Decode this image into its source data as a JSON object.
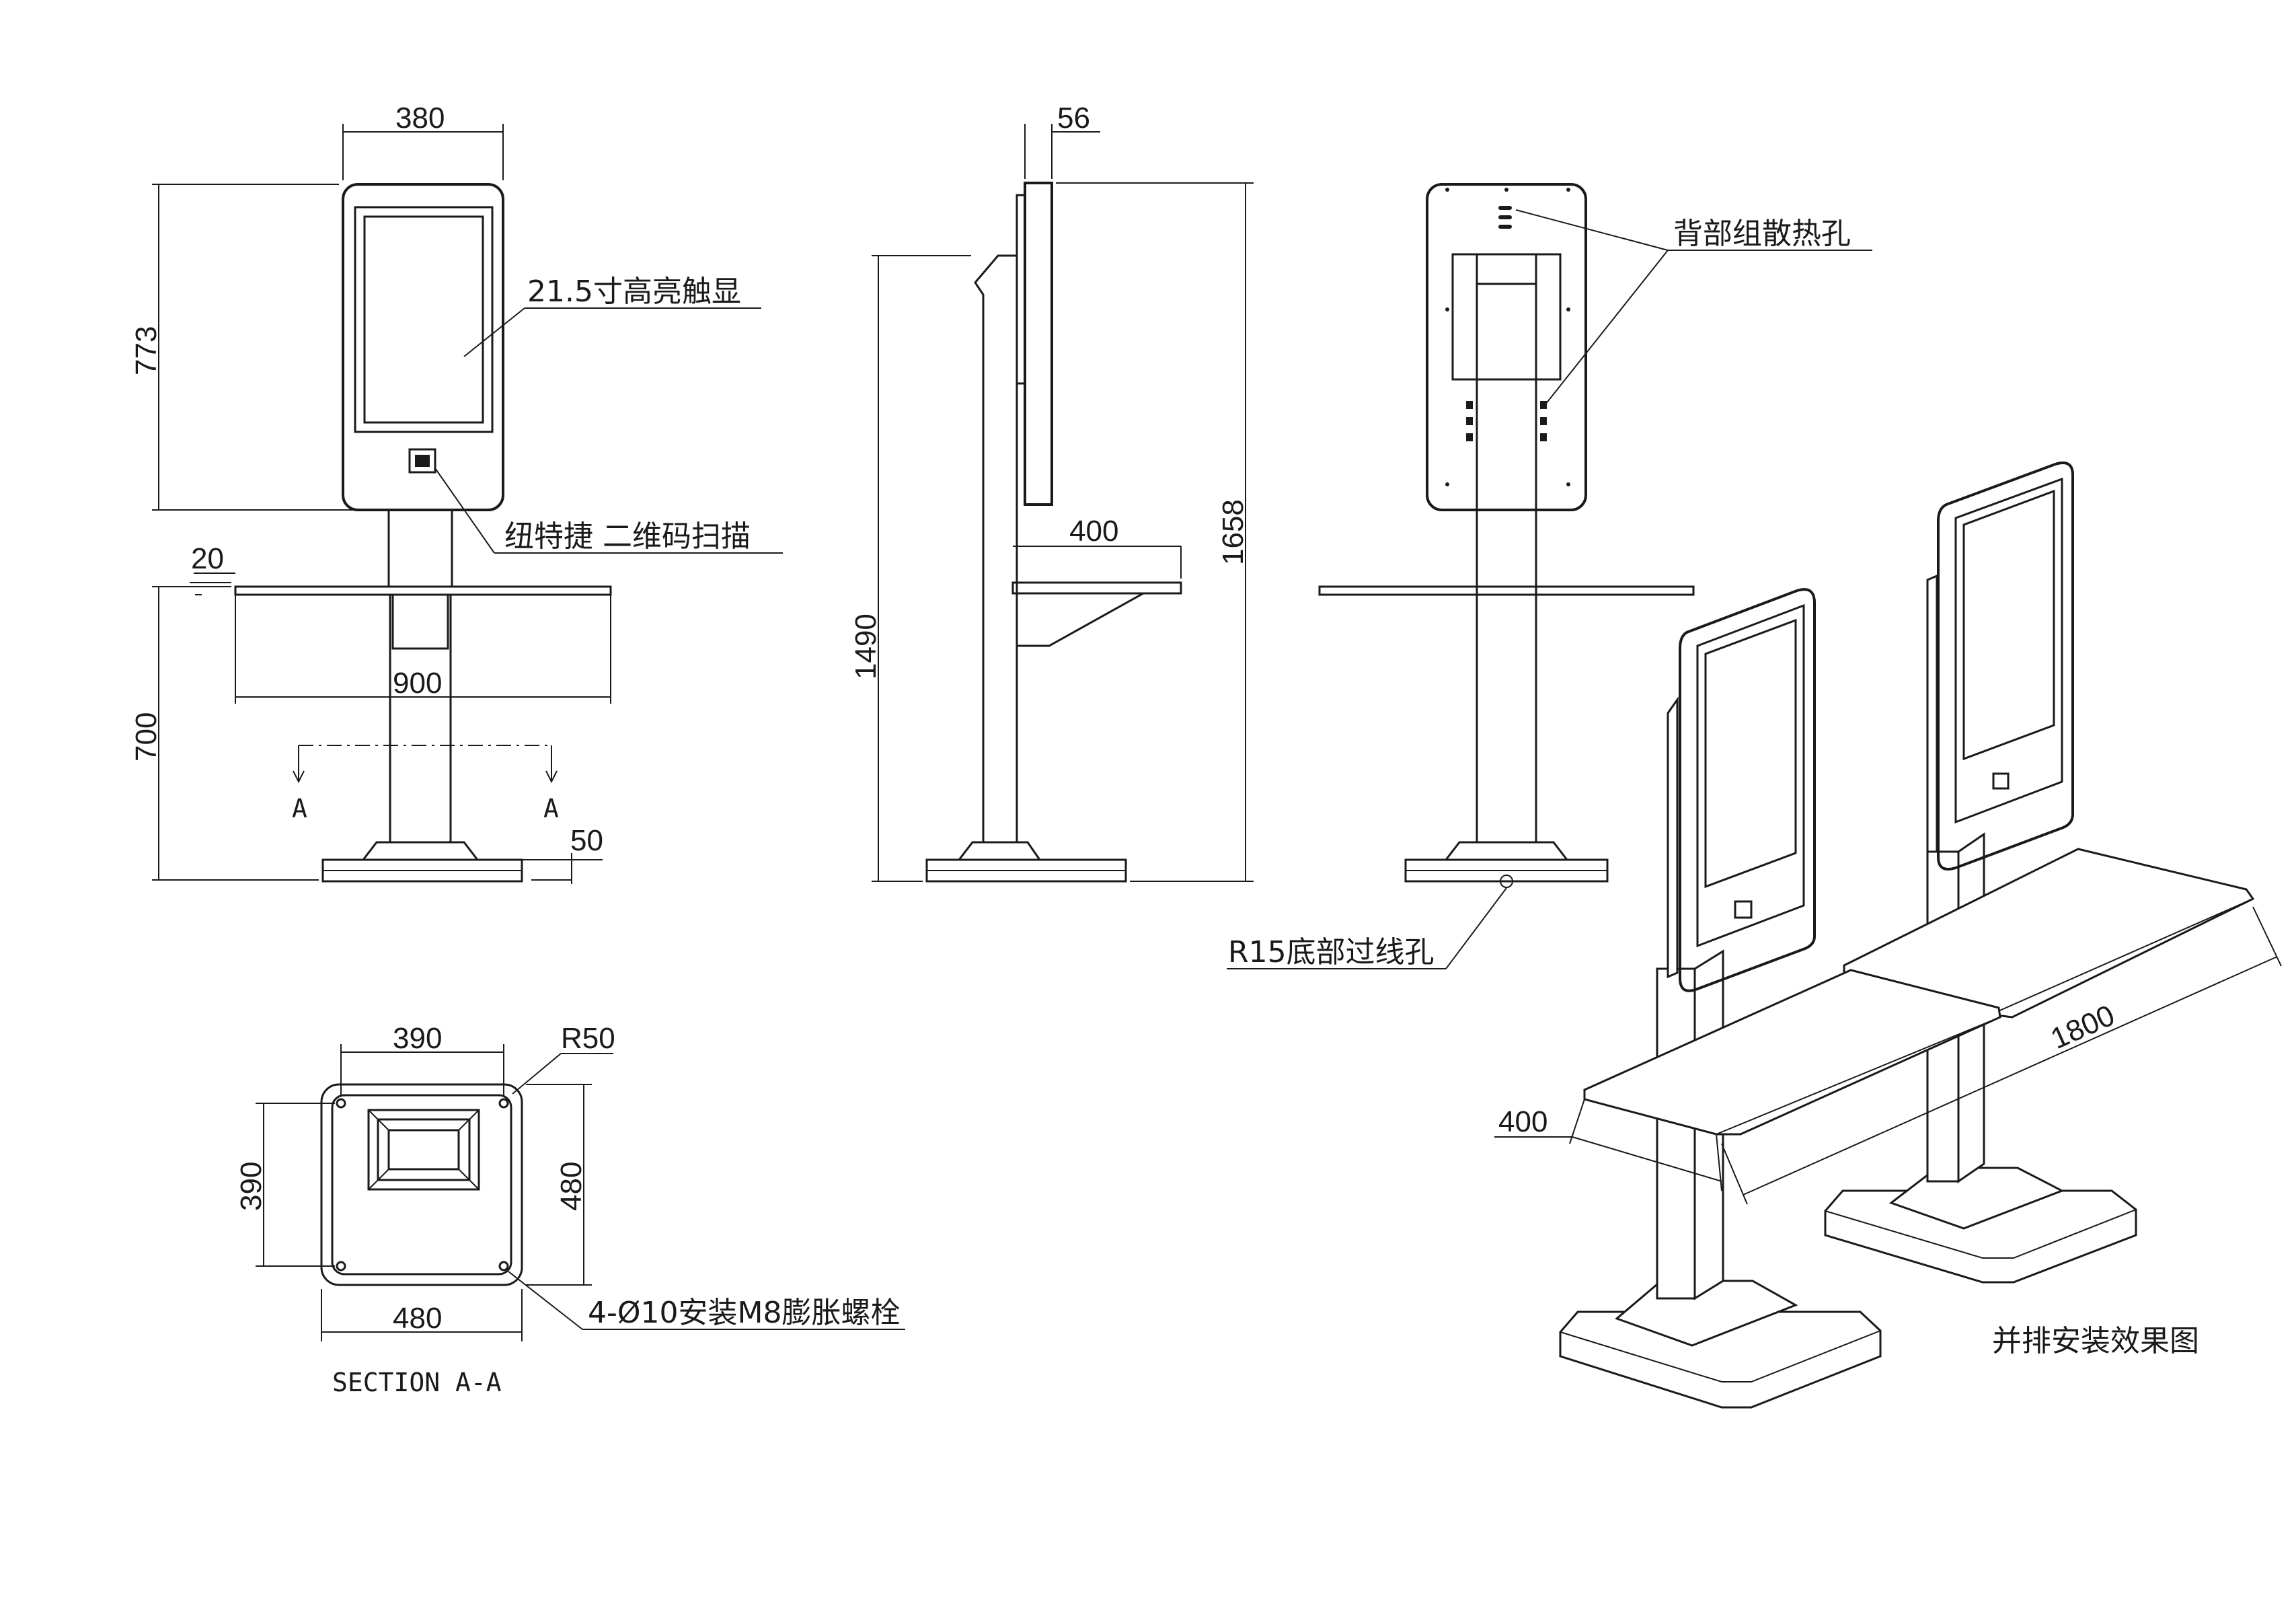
{
  "dimensions": {
    "front_width": "380",
    "front_height": "773",
    "shelf_offset": "20",
    "shelf_width": "900",
    "lower_height": "700",
    "base_offset": "50",
    "side_depth": "56",
    "side_shelf_depth": "400",
    "side_pole_height": "1490",
    "total_height": "1658",
    "section_width_top": "390",
    "section_radius": "R50",
    "section_height_left": "390",
    "section_height_right": "480",
    "section_width_bottom": "480",
    "iso_shelf_depth": "400",
    "iso_total_width": "1800"
  },
  "labels": {
    "screen": "21.5寸高亮触显",
    "scanner": "纽特捷 二维码扫描",
    "vents": "背部组散热孔",
    "cable_hole": "R15底部过线孔",
    "bolts": "4-Ø10安装M8膨胀螺栓",
    "section_mark_left": "A",
    "section_mark_right": "A",
    "section_title": "SECTION A-A",
    "iso_caption": "并排安装效果图"
  }
}
